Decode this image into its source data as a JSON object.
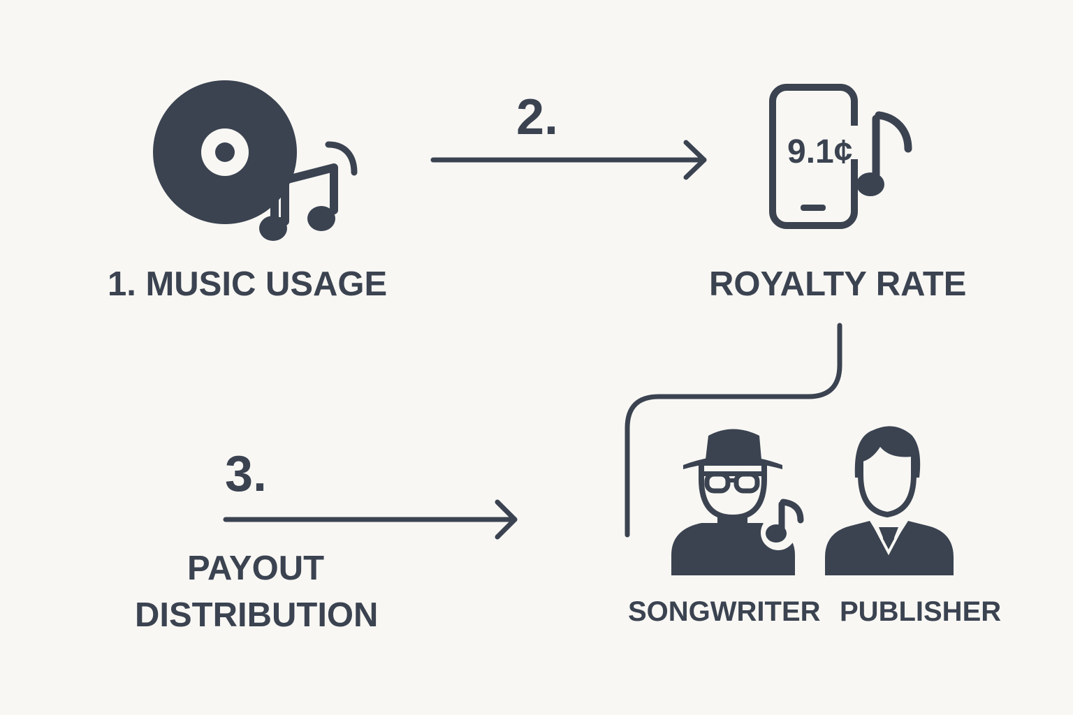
{
  "diagram": {
    "colors": {
      "background": "#f8f7f3",
      "ink": "#3b4351"
    },
    "steps": {
      "step1_label": "1. MUSIC USAGE",
      "step2_number": "2.",
      "step2_label": "ROYALTY RATE",
      "rate_value": "9.1¢",
      "step3_number": "3.",
      "step3_label_line1": "PAYOUT",
      "step3_label_line2": "DISTRIBUTION"
    },
    "recipients": {
      "songwriter": "SONGWRITER",
      "publisher": "PUBLISHER"
    },
    "icons": {
      "step1": "vinyl-record-with-music-note-icon",
      "step2": "smartphone-with-music-note-icon",
      "songwriter": "songwriter-with-hat-and-glasses-icon",
      "publisher": "businessman-in-suit-icon"
    }
  }
}
